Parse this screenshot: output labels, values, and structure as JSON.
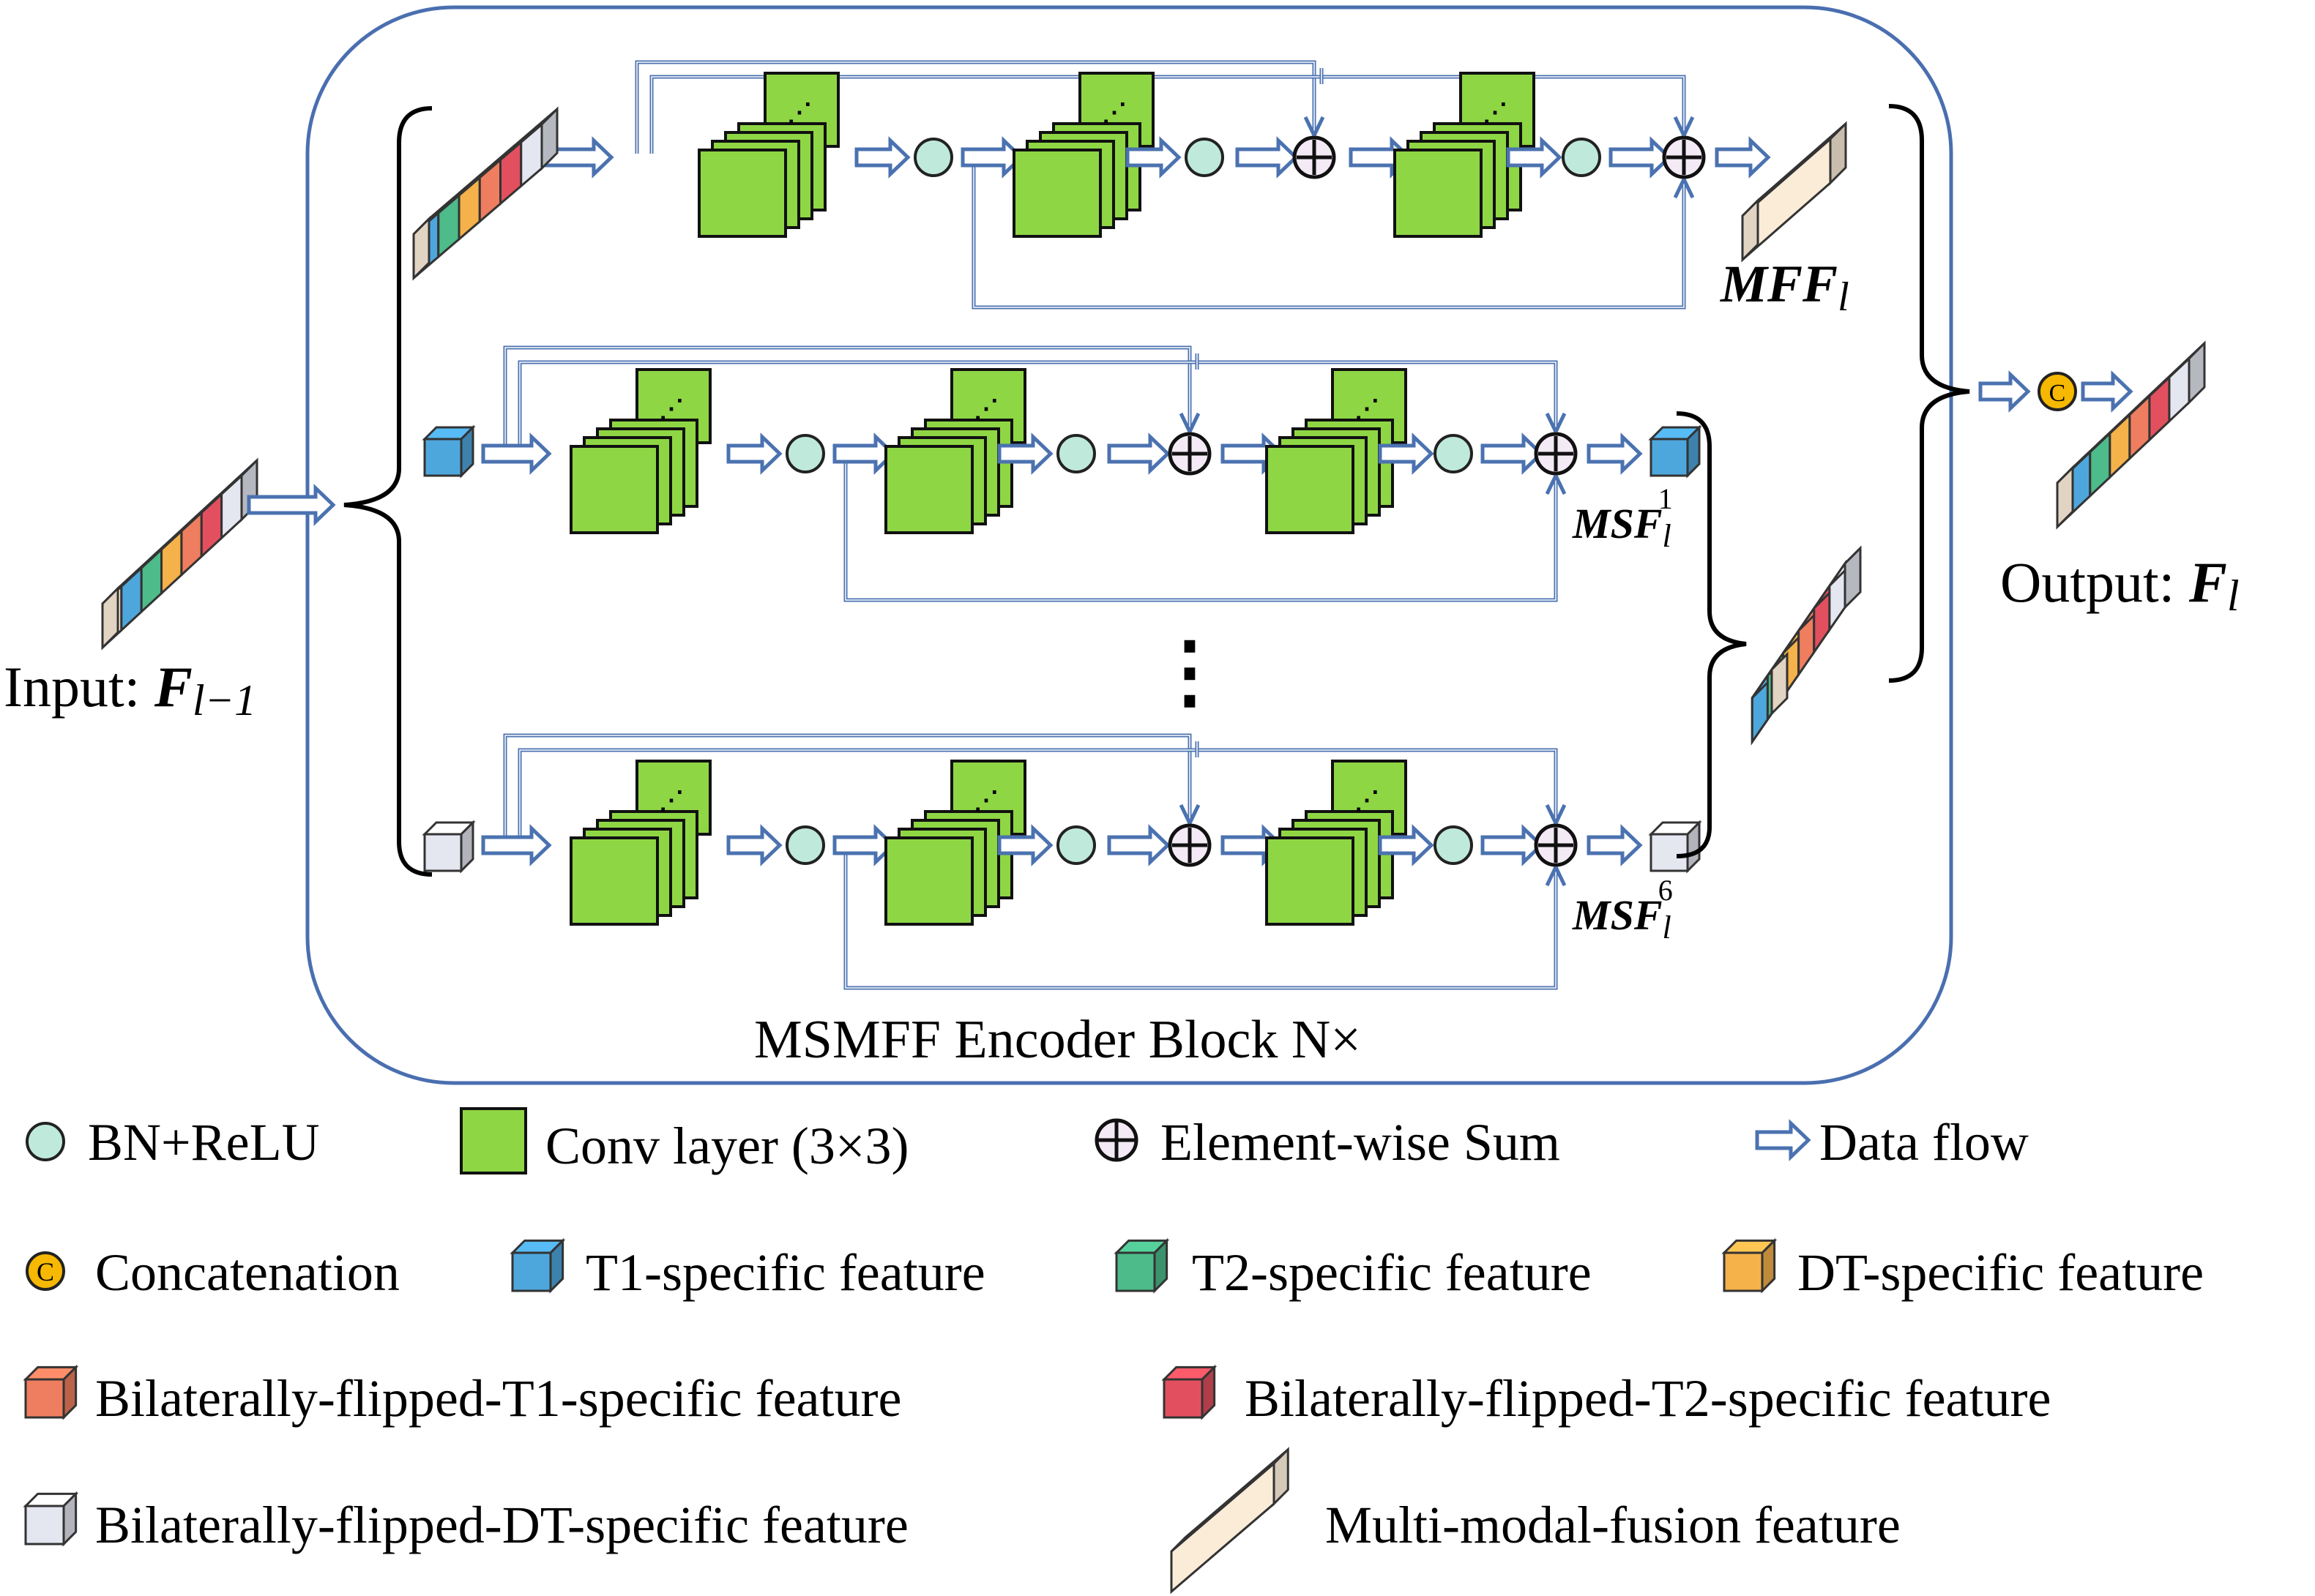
{
  "block_label": "MSMFF Encoder Block N×",
  "input_label": {
    "prefix": "Input: ",
    "symbol": "F",
    "subscript": "l−1"
  },
  "output_label": {
    "prefix": "Output: ",
    "symbol": "F",
    "subscript": "l"
  },
  "branch_labels": {
    "mff": {
      "symbol": "MFF",
      "subscript": "l"
    },
    "msf_first": {
      "symbol": "MSF",
      "subscript": "l",
      "superscript": "1"
    },
    "msf_last": {
      "symbol": "MSF",
      "subscript": "l",
      "superscript": "6"
    }
  },
  "ellipsis": "⋮",
  "legend": [
    {
      "key": "bn_relu",
      "label": "BN+ReLU"
    },
    {
      "key": "conv",
      "label": "Conv layer (3×3)"
    },
    {
      "key": "sum",
      "label": "Element-wise Sum"
    },
    {
      "key": "flow",
      "label": "Data flow"
    },
    {
      "key": "concat",
      "label": "Concatenation"
    },
    {
      "key": "t1",
      "label": "T1-specific feature"
    },
    {
      "key": "t2",
      "label": "T2-specific feature"
    },
    {
      "key": "dt",
      "label": "DT-specific feature"
    },
    {
      "key": "bf_t1",
      "label": "Bilaterally-flipped-T1-specific feature"
    },
    {
      "key": "bf_t2",
      "label": "Bilaterally-flipped-T2-specific feature"
    },
    {
      "key": "bf_dt",
      "label": "Bilaterally-flipped-DT-specific feature"
    },
    {
      "key": "mmf",
      "label": "Multi-modal-fusion feature"
    }
  ],
  "concat_symbol": "C",
  "colors": {
    "t1": "#4ea7dc",
    "t2": "#4dbb8a",
    "dt": "#f5b14a",
    "bf_t1": "#ee7e5f",
    "bf_t2": "#e2505f",
    "bf_dt": "#e4e6f0",
    "mmf": "#fbecd8",
    "conv": "#8ed644",
    "bn_relu": "#bfeadb",
    "concat": "#f6b800",
    "flow": "#4b72b0",
    "block": "#4a6fb0"
  }
}
